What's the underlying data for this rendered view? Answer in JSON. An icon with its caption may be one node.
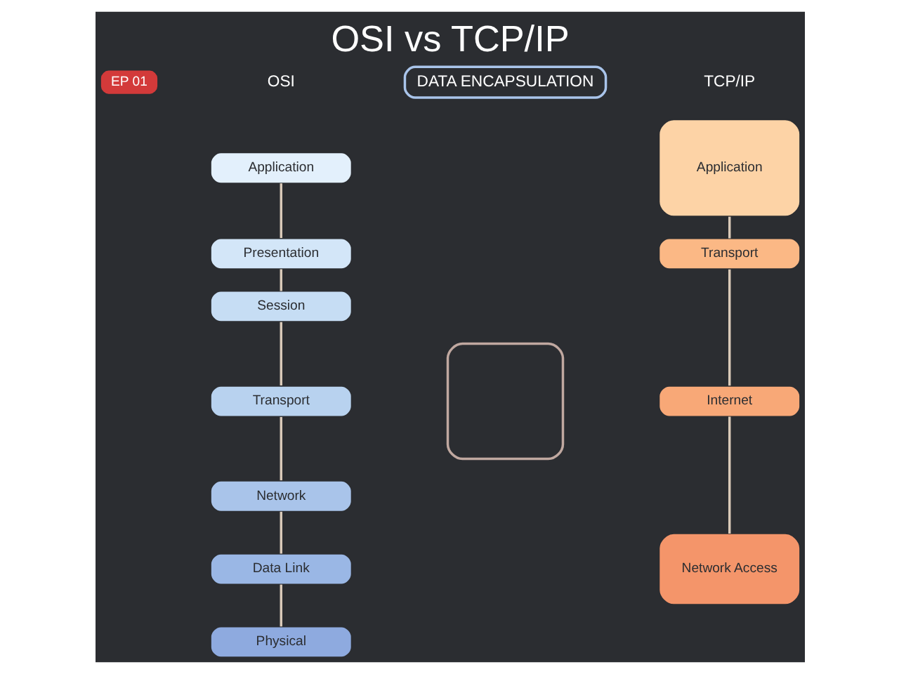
{
  "diagram": {
    "title": "OSI vs TCP/IP",
    "nodes": [
      {
        "text": [
          "DATA ENCAPSULATION"
        ]
      },
      {
        "text": [
          "Application"
        ]
      },
      {
        "text": [
          "Presentation"
        ]
      },
      {
        "text": [
          "Session"
        ]
      },
      {
        "text": [
          "Transport"
        ]
      },
      {
        "text": [
          "Network"
        ]
      },
      {
        "text": [
          "Data Link"
        ]
      },
      {
        "text": [
          "Physical"
        ]
      },
      {
        "text": [],
        "shape": "box"
      },
      {
        "text": [
          "Application"
        ]
      },
      {
        "text": [
          "Transport"
        ]
      },
      {
        "text": [
          "Internet"
        ]
      },
      {
        "text": [
          "Network Access"
        ]
      }
    ],
    "edges": [
      {
        "from": 1,
        "to": 2,
        "arrow": "none"
      },
      {
        "from": 2,
        "to": 3,
        "arrow": "none"
      },
      {
        "from": 3,
        "to": 4,
        "arrow": "none"
      },
      {
        "from": 4,
        "to": 5,
        "arrow": "none"
      },
      {
        "from": 5,
        "to": 6,
        "arrow": "none"
      },
      {
        "from": 6,
        "to": 7,
        "arrow": "none"
      },
      {
        "from": 9,
        "to": 10,
        "arrow": "none"
      },
      {
        "from": 10,
        "to": 11,
        "arrow": "none"
      },
      {
        "from": 11,
        "to": 12,
        "arrow": "none"
      }
    ],
    "labels": [
      "EP 01",
      "OSI",
      "TCP/IP"
    ]
  }
}
